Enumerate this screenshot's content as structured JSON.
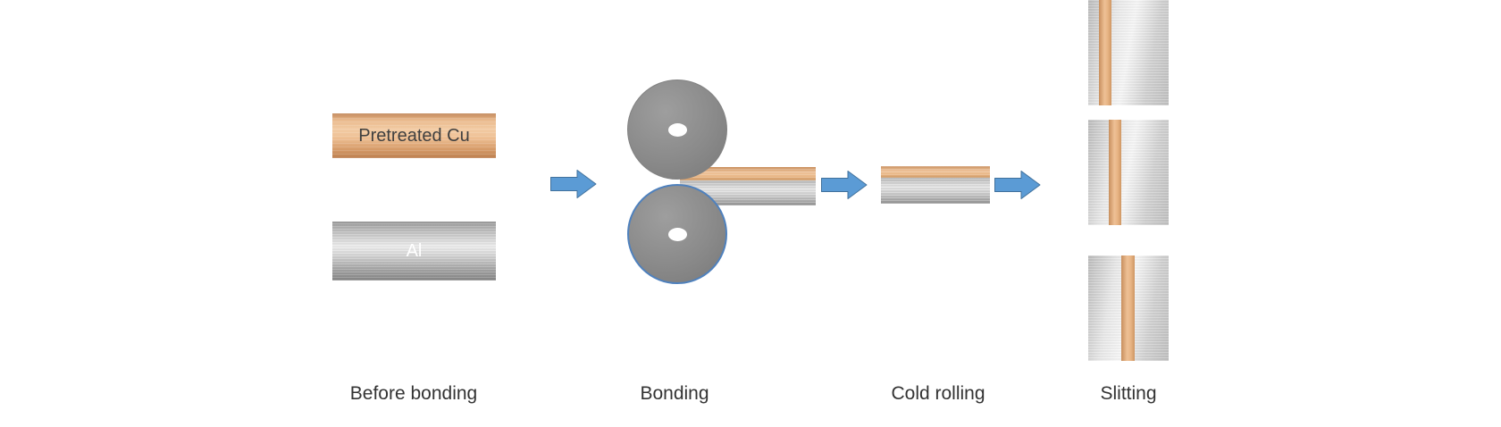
{
  "stages": [
    {
      "label": "Before bonding"
    },
    {
      "label": "Bonding"
    },
    {
      "label": "Cold rolling"
    },
    {
      "label": "Slitting"
    }
  ],
  "materials": {
    "cu_label": "Pretreated Cu",
    "al_label": "Al"
  },
  "icons": [
    {
      "name": "flow-arrow-1",
      "glyph": "right-block-arrow"
    },
    {
      "name": "flow-arrow-2",
      "glyph": "right-block-arrow"
    },
    {
      "name": "flow-arrow-3",
      "glyph": "right-block-arrow"
    }
  ],
  "colors": {
    "copper_light": "#f2cba3",
    "copper_dark": "#bd8050",
    "aluminum_light": "#efefef",
    "aluminum_dark": "#878787",
    "roller_gray": "#8a8a8a",
    "roller_outline": "#4f81bd",
    "arrow_fill": "#5b9bd5",
    "arrow_border": "#41719c",
    "label_text": "#333333"
  }
}
